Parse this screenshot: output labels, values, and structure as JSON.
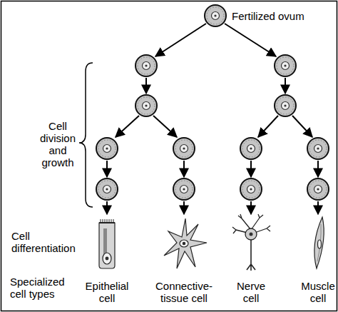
{
  "diagram": {
    "nodes": [
      {
        "text": [
          "Fertilized ovum"
        ]
      },
      {
        "text": [
          "Epithelial cell"
        ]
      },
      {
        "text": [
          "Connective-tissue cell"
        ]
      },
      {
        "text": [
          "Nerve cell"
        ]
      },
      {
        "text": [
          "Muscle cell"
        ]
      }
    ],
    "labels": [
      "Cell division and growth",
      "Cell differentiation",
      "Specialized cell types"
    ]
  }
}
